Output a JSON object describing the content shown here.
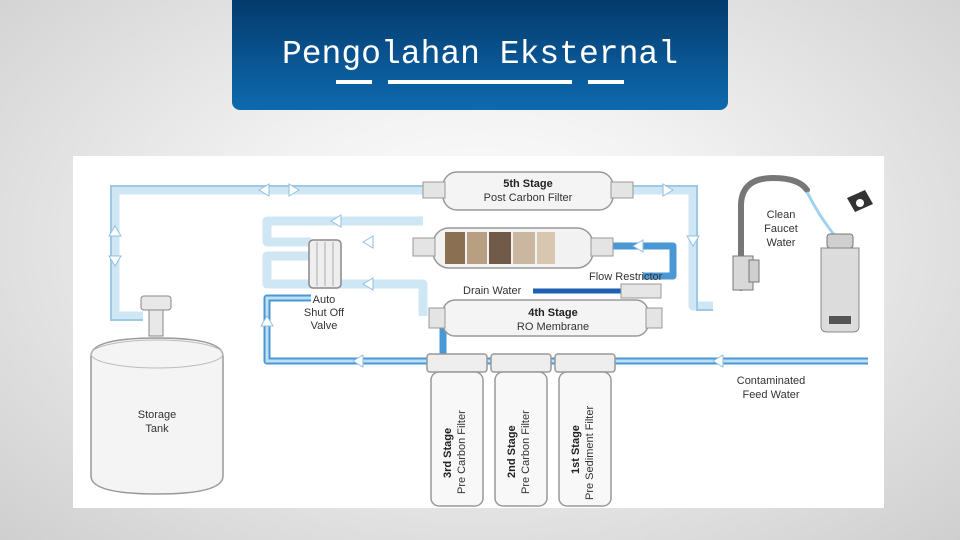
{
  "title": "Pengolahan Eksternal",
  "diagram": {
    "stage5_name": "5th Stage",
    "stage5_desc": "Post Carbon Filter",
    "stage4_name": "4th Stage",
    "stage4_desc": "RO Membrane",
    "stage3_name": "3rd Stage",
    "stage3_desc": "Pre Carbon Filter",
    "stage2_name": "2nd Stage",
    "stage2_desc": "Pre Carbon Filter",
    "stage1_name": "1st Stage",
    "stage1_desc": "Pre Sediment Filter",
    "storage_tank": [
      "Storage",
      "Tank"
    ],
    "auto_shutoff": [
      "Auto",
      "Shut Off",
      "Valve"
    ],
    "clean_water": [
      "Clean",
      "Faucet",
      "Water"
    ],
    "flow_restrictor": "Flow Restrictor",
    "drain_water": "Drain Water",
    "feed_water": [
      "Contaminated",
      "Feed Water"
    ]
  },
  "colors": {
    "title_bg": "#0a5592",
    "pipe_light": "#bfe0f2",
    "pipe_blue": "#3f8fd2",
    "pipe_drain": "#1f5fb3"
  }
}
